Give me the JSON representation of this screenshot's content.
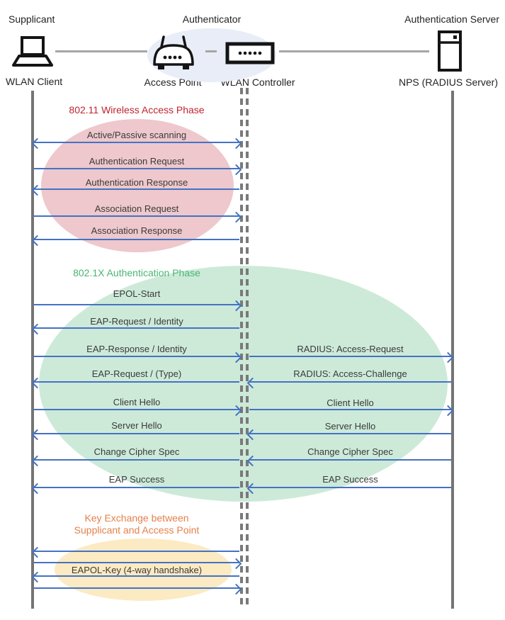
{
  "actors": {
    "supplicant": {
      "role": "Supplicant",
      "device": "WLAN Client"
    },
    "authenticator": {
      "role": "Authenticator",
      "access_point": "Access Point",
      "controller": "WLAN Controller"
    },
    "authentication_server": {
      "role": "Authentication Server",
      "device": "NPS (RADIUS Server)"
    }
  },
  "phases": [
    {
      "title": "802.11 Wireless Access Phase",
      "text_color": "#c0242f",
      "ellipse_color": "#eec8cc"
    },
    {
      "title": "802.1X Authentication Phase",
      "text_color": "#48b572",
      "ellipse_color": "#cdead9"
    },
    {
      "title_line1": "Key Exchange between",
      "title_line2": "Supplicant and Access Point",
      "text_color": "#e5814a",
      "ellipse_color": "#fceac3"
    }
  ],
  "colors": {
    "arrow": "#4472c4",
    "lifeline": "#747474",
    "device_connector": "#a6a6a6",
    "authenticator_ellipse": "#e9edf8"
  },
  "messages": [
    {
      "label": "Active/Passive scanning",
      "segment": "client-controller",
      "direction": "both"
    },
    {
      "label": "Authentication Request",
      "segment": "client-controller",
      "direction": "right"
    },
    {
      "label": "Authentication Response",
      "segment": "client-controller",
      "direction": "left"
    },
    {
      "label": "Association Request",
      "segment": "client-controller",
      "direction": "right"
    },
    {
      "label": "Association Response",
      "segment": "client-controller",
      "direction": "left"
    },
    {
      "label": "EPOL-Start",
      "segment": "client-controller",
      "direction": "right"
    },
    {
      "label": "EAP-Request / Identity",
      "segment": "client-controller",
      "direction": "left"
    },
    {
      "label": "EAP-Response / Identity",
      "segment": "client-controller",
      "direction": "right"
    },
    {
      "label": "EAP-Request / (Type)",
      "segment": "client-controller",
      "direction": "left"
    },
    {
      "label": "Client Hello",
      "segment": "client-controller",
      "direction": "right"
    },
    {
      "label": "Server Hello",
      "segment": "client-controller",
      "direction": "left"
    },
    {
      "label": "Change Cipher Spec",
      "segment": "client-controller",
      "direction": "left"
    },
    {
      "label": "EAP Success",
      "segment": "client-controller",
      "direction": "left"
    },
    {
      "label": "RADIUS: Access-Request",
      "segment": "controller-server",
      "direction": "right"
    },
    {
      "label": "RADIUS: Access-Challenge",
      "segment": "controller-server",
      "direction": "left"
    },
    {
      "label": "Client Hello",
      "segment": "controller-server",
      "direction": "right"
    },
    {
      "label": "Server Hello",
      "segment": "controller-server",
      "direction": "left"
    },
    {
      "label": "Change Cipher Spec",
      "segment": "controller-server",
      "direction": "left"
    },
    {
      "label": "EAP Success",
      "segment": "controller-server",
      "direction": "left"
    },
    {
      "label": "",
      "segment": "client-controller",
      "direction": "left"
    },
    {
      "label": "",
      "segment": "client-controller",
      "direction": "right"
    },
    {
      "label": "EAPOL-Key (4-way handshake)",
      "segment": "client-controller",
      "direction": "left"
    },
    {
      "label": "",
      "segment": "client-controller",
      "direction": "right"
    }
  ]
}
